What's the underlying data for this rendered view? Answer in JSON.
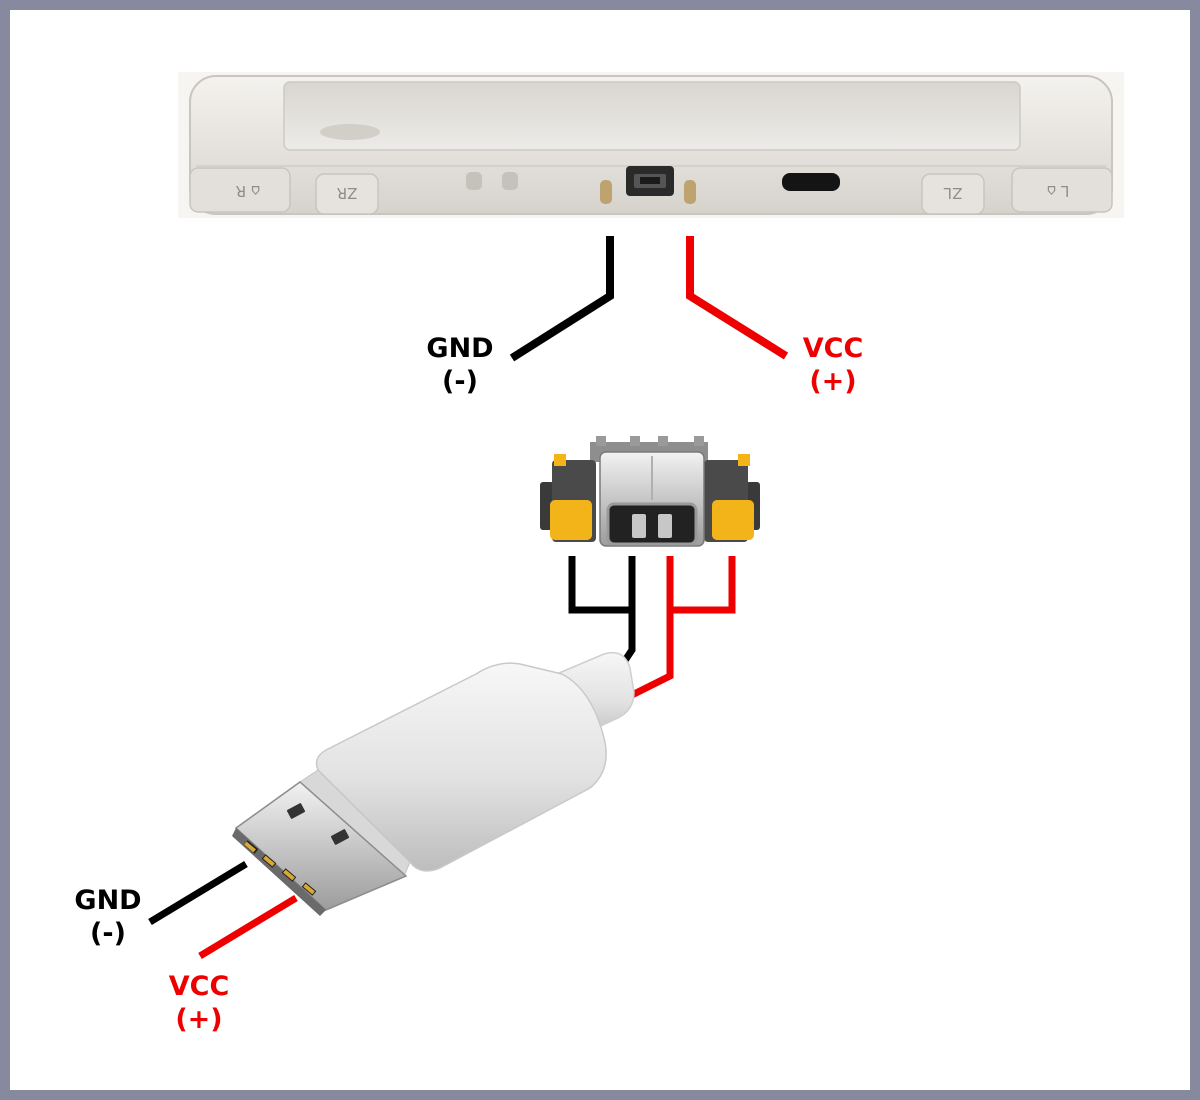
{
  "colors": {
    "ground_wire": "#000000",
    "power_wire": "#ee0000",
    "border": "#878a9e",
    "connector_pad": "#f2b418"
  },
  "console": {
    "buttons": {
      "r_label": "⌂ R",
      "zr_label": "ZR",
      "zl_label": "ZL",
      "l_label": "L ⌂"
    }
  },
  "labels": {
    "top_gnd": {
      "name": "GND",
      "polarity": "(-)"
    },
    "top_vcc": {
      "name": "VCC",
      "polarity": "(+)"
    },
    "bottom_gnd": {
      "name": "GND",
      "polarity": "(-)"
    },
    "bottom_vcc": {
      "name": "VCC",
      "polarity": "(+)"
    }
  }
}
